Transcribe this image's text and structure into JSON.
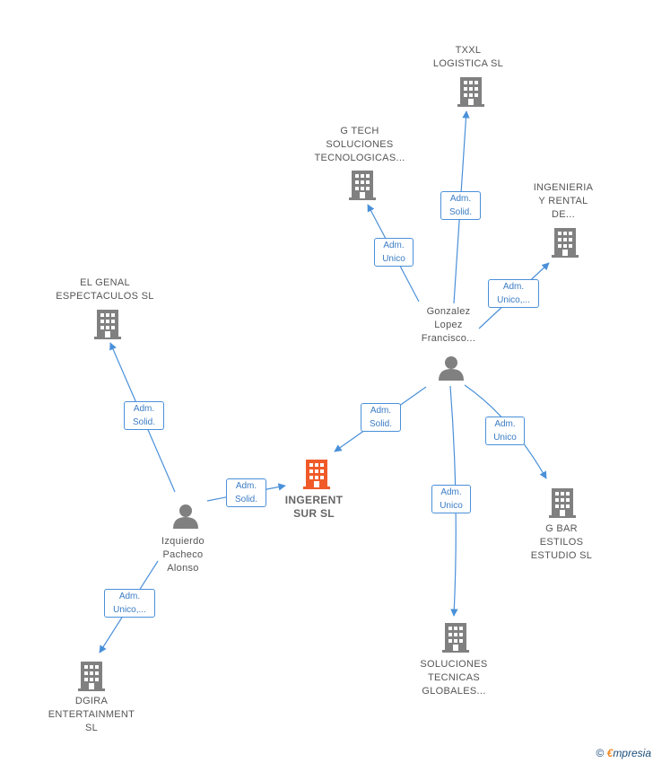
{
  "center": {
    "name": "INGERENT\nSUR  SL"
  },
  "companies": {
    "txxl": "TXXL\nLOGISTICA  SL",
    "gtech": "G TECH\nSOLUCIONES\nTECNOLOGICAS...",
    "ingenieria": "INGENIERIA\nY RENTAL\nDE...",
    "elgenal": "EL GENAL\nESPECTACULOS SL",
    "gbar": "G BAR\nESTILOS\nESTUDIO  SL",
    "soluciones": "SOLUCIONES\nTECNICAS\nGLOBALES...",
    "dgira": "DGIRA\nENTERTAINMENT\nSL"
  },
  "persons": {
    "gonzalez": "Gonzalez\nLopez\nFrancisco...",
    "izquierdo": "Izquierdo\nPacheco\nAlonso"
  },
  "edges": {
    "txxl": "Adm.\nSolid.",
    "gtech": "Adm.\nUnico",
    "ingenieria": "Adm.\nUnico,...",
    "center_from_gonzalez": "Adm.\nSolid.",
    "gbar": "Adm.\nUnico",
    "soluciones": "Adm.\nUnico",
    "elgenal": "Adm.\nSolid.",
    "center_from_izquierdo": "Adm.\nSolid.",
    "dgira": "Adm.\nUnico,..."
  },
  "footer": {
    "copyright": "©",
    "brand_first": "€",
    "brand_rest": "mpresia"
  },
  "colors": {
    "edge": "#4a90d9",
    "building": "#808080",
    "center_building": "#f05a28",
    "person": "#808080"
  }
}
